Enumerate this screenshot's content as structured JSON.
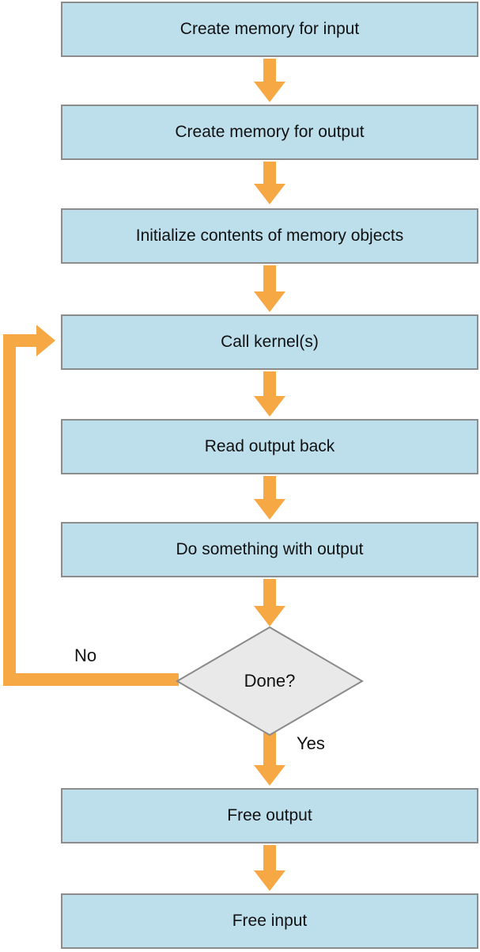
{
  "flowchart": {
    "steps": [
      {
        "label": "Create memory for input"
      },
      {
        "label": "Create memory for output"
      },
      {
        "label": "Initialize contents of memory objects"
      },
      {
        "label": "Call kernel(s)"
      },
      {
        "label": "Read output back"
      },
      {
        "label": "Do something with output"
      },
      {
        "label": "Free output"
      },
      {
        "label": "Free input"
      }
    ],
    "decision": {
      "label": "Done?",
      "no_label": "No",
      "yes_label": "Yes"
    },
    "colors": {
      "box_fill": "#BDDFEC",
      "box_border": "#8C8C8C",
      "arrow_color": "#F5A843",
      "decision_fill": "#E9E9E9",
      "decision_border": "#8A8A8A",
      "text_color": "#111111",
      "background": "#FFFFFF"
    }
  }
}
